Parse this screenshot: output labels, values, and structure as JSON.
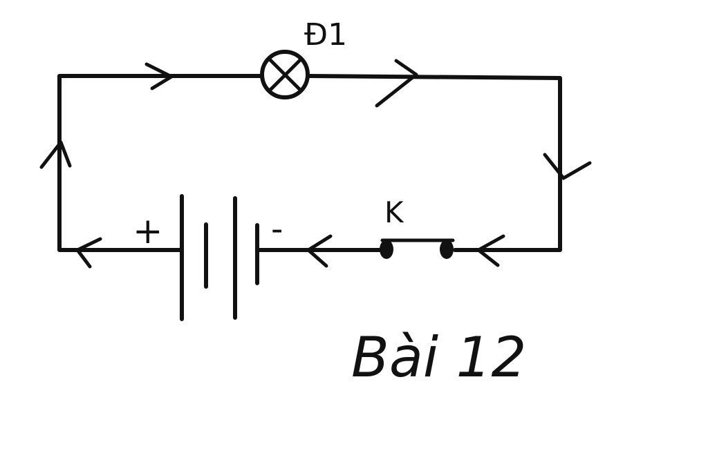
{
  "diagram": {
    "lamp_label": "Đ1",
    "switch_label": "K",
    "battery_plus": "+",
    "battery_minus": "-",
    "caption": "Bài 12"
  }
}
